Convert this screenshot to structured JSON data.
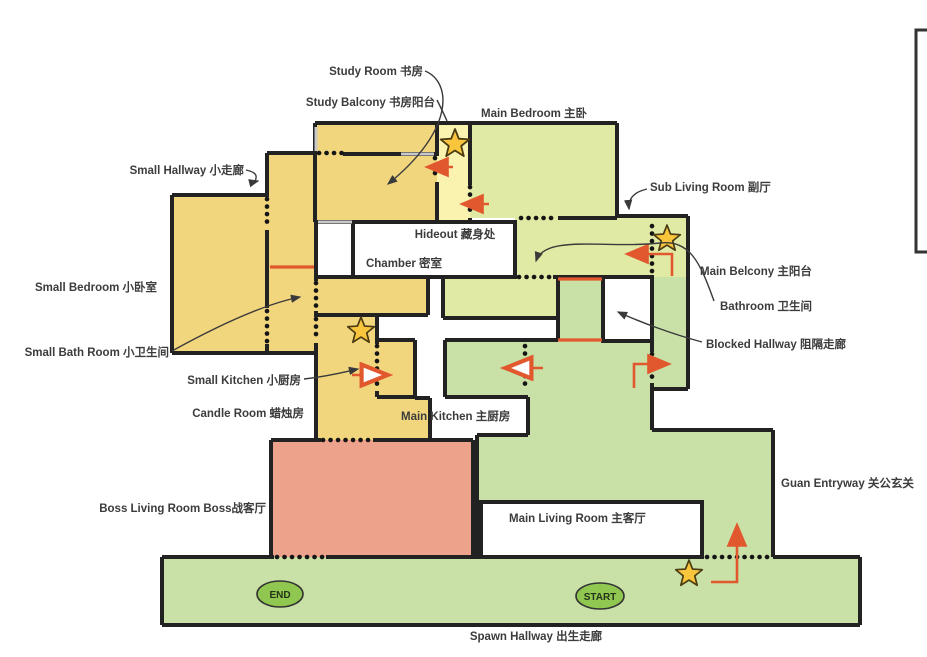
{
  "map_title": "Spawn Hallway 出生走廊",
  "labels": {
    "study_room": "Study Room 书房",
    "study_balcony": "Study Balcony 书房阳台",
    "main_bedroom": "Main Bedroom 主卧",
    "small_hallway": "Small Hallway 小走廊",
    "sub_living_room": "Sub Living Room 副厅",
    "small_bedroom": "Small Bedroom 小卧室",
    "hideout": "Hideout 藏身处",
    "chamber": "Chamber 密室",
    "main_balcony": "Main Belcony 主阳台",
    "bathroom": "Bathroom 卫生间",
    "blocked_hallway": "Blocked Hallway 阻隔走廊",
    "small_bath_room": "Small Bath Room 小卫生间",
    "small_kitchen": "Small Kitchen 小厨房",
    "candle_room": "Candle Room 蜡烛房",
    "main_kitchen": "Main Kitchen 主厨房",
    "boss_living_room": "Boss Living Room Boss战客厅",
    "main_living_room": "Main Living Room 主客厅",
    "guan_entryway": "Guan Entryway 关公玄关",
    "spawn_hallway": "Spawn Hallway 出生走廊"
  },
  "markers": {
    "start": "START",
    "end": "END"
  },
  "colors": {
    "room_yellow": "#f2d67e",
    "room_pale_yellow": "#faf3b0",
    "room_yellow_green": "#e1eaa5",
    "room_green": "#c9e0a7",
    "room_salmon": "#eda28c",
    "route_red": "#e2582e",
    "star_yellow": "#f8c53c",
    "marker_green": "#90c750",
    "wall_black": "#222222",
    "window_gray": "#c9c9c9"
  }
}
